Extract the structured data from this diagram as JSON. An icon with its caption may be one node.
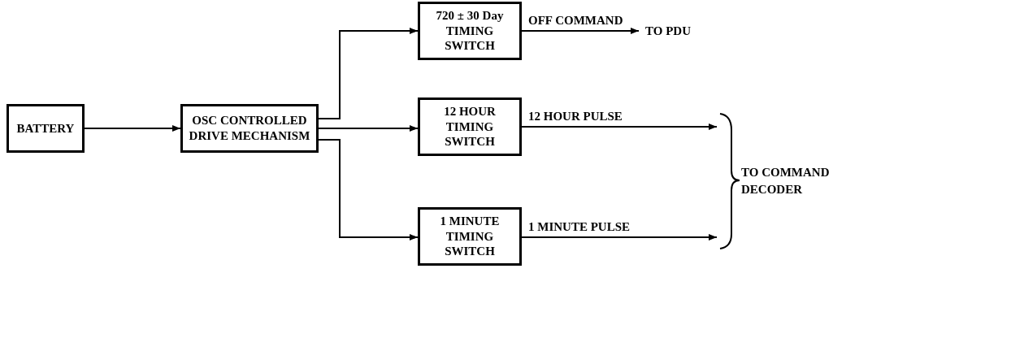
{
  "diagram": {
    "nodes": [
      {
        "text": [
          "BATTERY"
        ]
      },
      {
        "text": [
          "OSC CONTROLLED DRIVE MECHANISM"
        ]
      },
      {
        "text": [
          "720 ± 30 Day TIMING SWITCH"
        ]
      },
      {
        "text": [
          "12 HOUR TIMING SWITCH"
        ]
      },
      {
        "text": [
          "1 MINUTE TIMING SWITCH"
        ]
      },
      {
        "text": [
          "TO PDU"
        ]
      },
      {
        "text": [
          "TO COMMAND DECODER"
        ]
      }
    ],
    "edges": [
      {
        "from": 0,
        "to": 1,
        "arrow": "to"
      },
      {
        "from": 1,
        "to": 2,
        "arrow": "to"
      },
      {
        "from": 1,
        "to": 3,
        "arrow": "to"
      },
      {
        "from": 1,
        "to": 4,
        "arrow": "to"
      },
      {
        "from": 2,
        "to": 5,
        "arrow": "to",
        "label": "OFF COMMAND"
      },
      {
        "from": 3,
        "to": 6,
        "arrow": "to",
        "label": "12 HOUR PULSE"
      },
      {
        "from": 4,
        "to": 6,
        "arrow": "to",
        "label": "1 MINUTE PULSE"
      }
    ]
  }
}
